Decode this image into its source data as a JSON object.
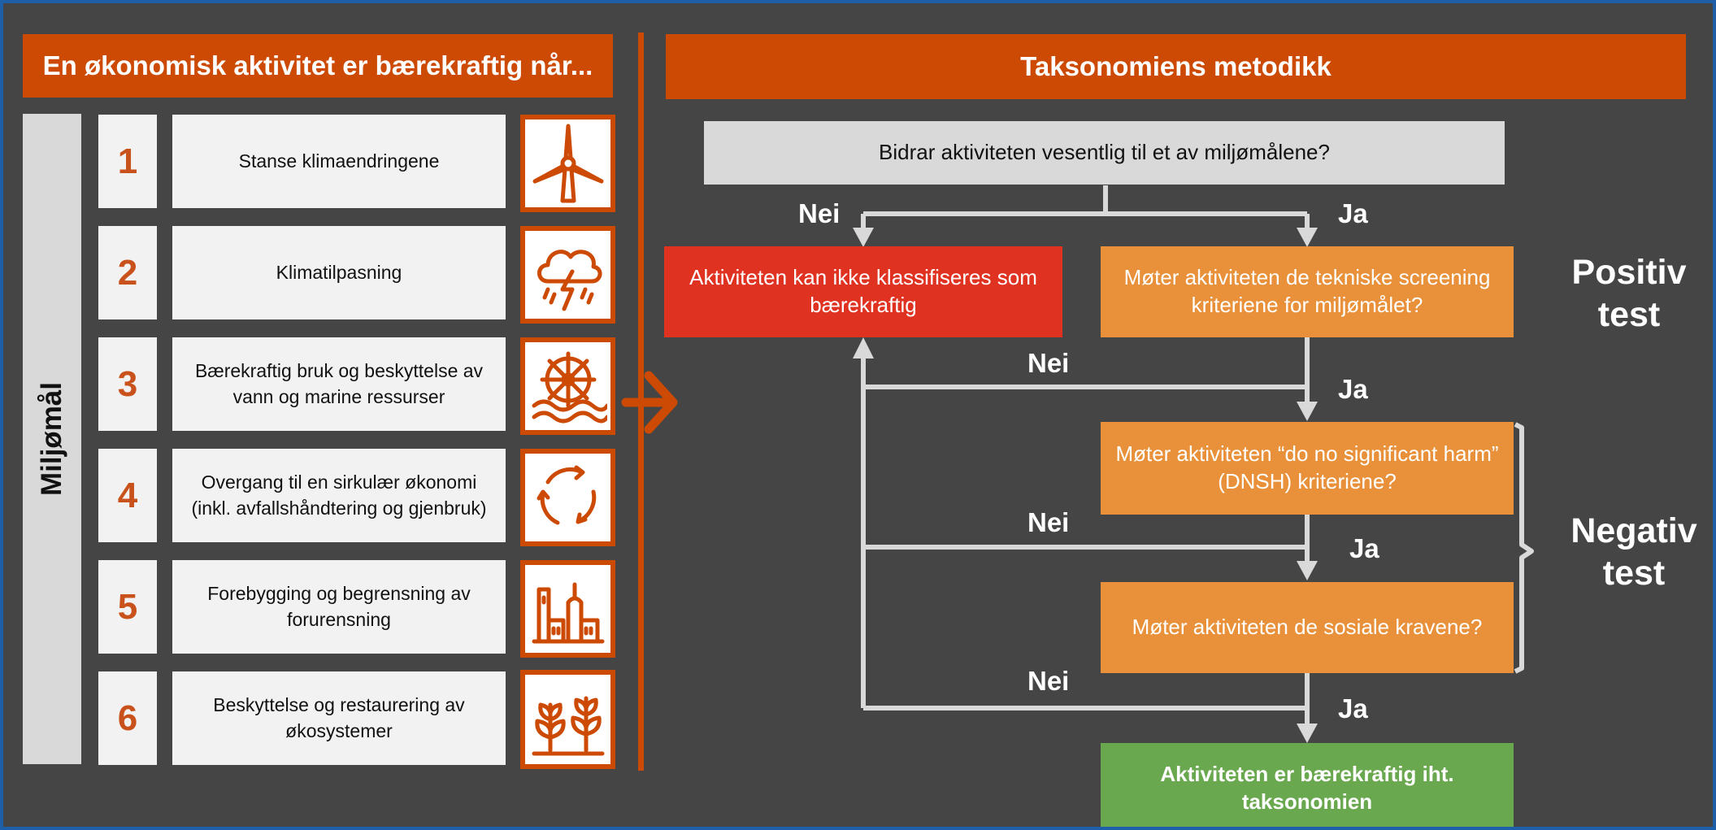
{
  "left": {
    "header": "En økonomisk aktivitet er bærekraftig når...",
    "vertical_label": "Miljømål",
    "goals": [
      {
        "num": "1",
        "text": "Stanse klimaendringene",
        "icon": "wind-turbine-icon"
      },
      {
        "num": "2",
        "text": "Klimatilpasning",
        "icon": "storm-cloud-icon"
      },
      {
        "num": "3",
        "text": "Bærekraftig bruk og beskyttelse av vann og marine ressurser",
        "icon": "water-wheel-icon"
      },
      {
        "num": "4",
        "text": "Overgang til en sirkulær økonomi (inkl. avfallshåndtering og gjenbruk)",
        "icon": "recycle-icon"
      },
      {
        "num": "5",
        "text": "Forebygging og begrensning av forurensning",
        "icon": "factory-icon"
      },
      {
        "num": "6",
        "text": "Beskyttelse og restaurering av økosystemer",
        "icon": "plants-icon"
      }
    ]
  },
  "right": {
    "header": "Taksonomiens metodikk",
    "question_top": "Bidrar aktiviteten vesentlig til et av miljømålene?",
    "not_sustainable": "Aktiviteten kan ikke klassifiseres som bærekraftig",
    "technical_screening": "Møter aktiviteten de tekniske screening kriteriene for miljømålet?",
    "dnsh": "Møter aktiviteten “do no significant harm” (DNSH) kriteriene?",
    "social": "Møter aktiviteten de sosiale kravene?",
    "result": "Aktiviteten er bærekraftig iht. taksonomien",
    "positive_test": "Positiv test",
    "negative_test": "Negativ test",
    "no": "Nei",
    "yes": "Ja"
  },
  "colors": {
    "background": "#454545",
    "header": "#cc4a03",
    "red_box": "#e03220",
    "orange_box": "#e8913a",
    "green_box": "#6aa84f",
    "light_box": "#d9d9d9",
    "border": "#1f5fa8"
  }
}
